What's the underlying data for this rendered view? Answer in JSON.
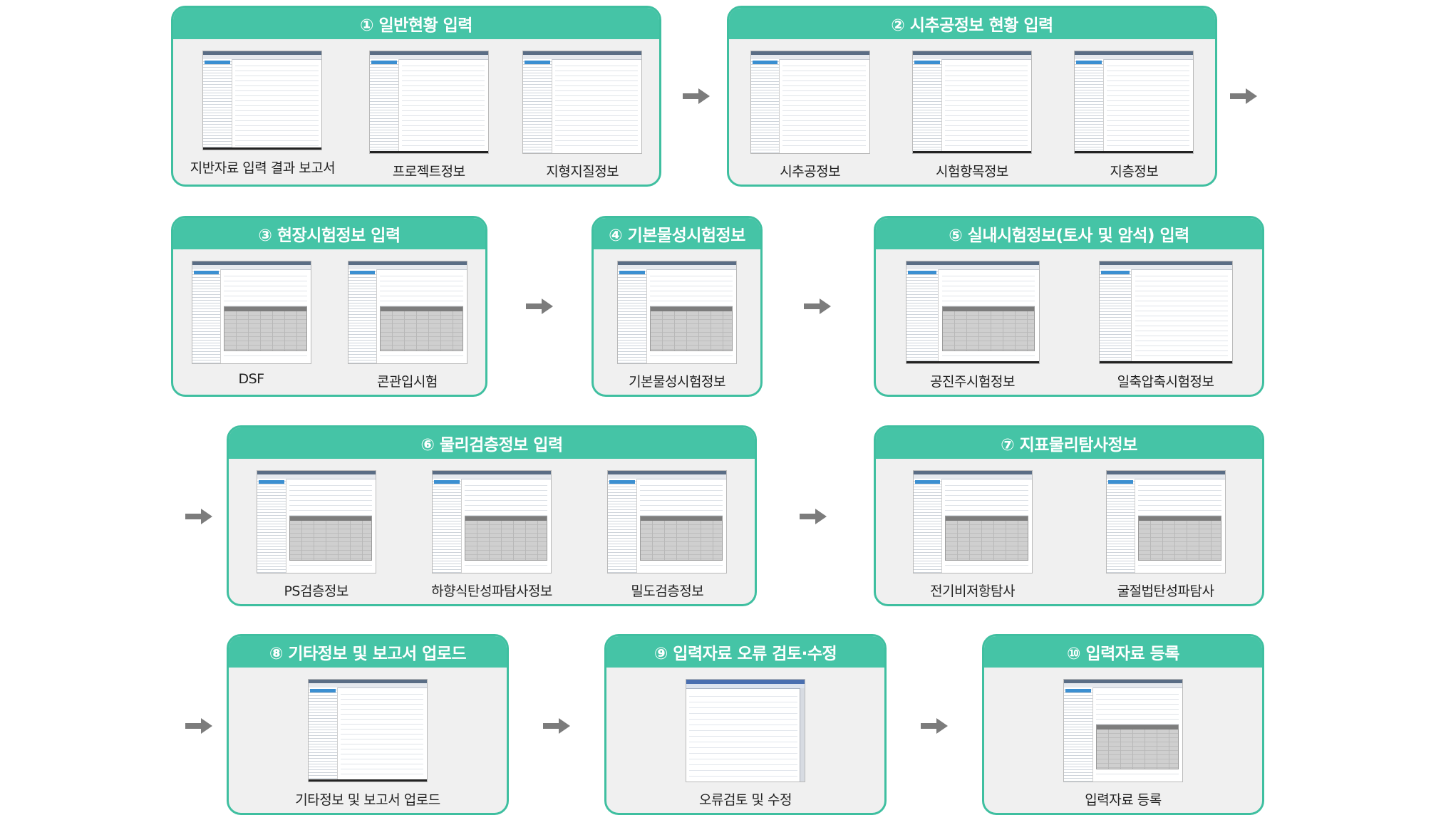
{
  "panels": [
    {
      "title": "① 일반현황 입력",
      "items": [
        "지반자료 입력 결과 보고서",
        "프로젝트정보",
        "지형지질정보"
      ]
    },
    {
      "title": "② 시추공정보 현황 입력",
      "items": [
        "시추공정보",
        "시험항목정보",
        "지층정보"
      ]
    },
    {
      "title": "③ 현장시험정보 입력",
      "items": [
        "DSF",
        "콘관입시험"
      ]
    },
    {
      "title": "④ 기본물성시험정보",
      "items": [
        "기본물성시험정보"
      ]
    },
    {
      "title": "⑤ 실내시험정보(토사 및 암석) 입력",
      "items": [
        "공진주시험정보",
        "일축압축시험정보"
      ]
    },
    {
      "title": "⑥ 물리검층정보 입력",
      "items": [
        "PS검층정보",
        "하향식탄성파탐사정보",
        "밀도검층정보"
      ]
    },
    {
      "title": "⑦ 지표물리탐사정보",
      "items": [
        "전기비저항탐사",
        "굴절법탄성파탐사"
      ]
    },
    {
      "title": "⑧ 기타정보 및 보고서 업로드",
      "items": [
        "기타정보 및 보고서 업로드"
      ]
    },
    {
      "title": "⑨ 입력자료 오류 검토·수정",
      "items": [
        "오류검토 및 수정"
      ]
    },
    {
      "title": "⑩ 입력자료 등록",
      "items": [
        "입력자료 등록"
      ]
    }
  ],
  "colors": {
    "accent": "#45c4a6",
    "border": "#3fbfa0",
    "panel_bg": "#f0f0f0",
    "arrow": "#7c7c7c"
  },
  "icons": {
    "flow_arrow": "right-arrow-icon"
  }
}
